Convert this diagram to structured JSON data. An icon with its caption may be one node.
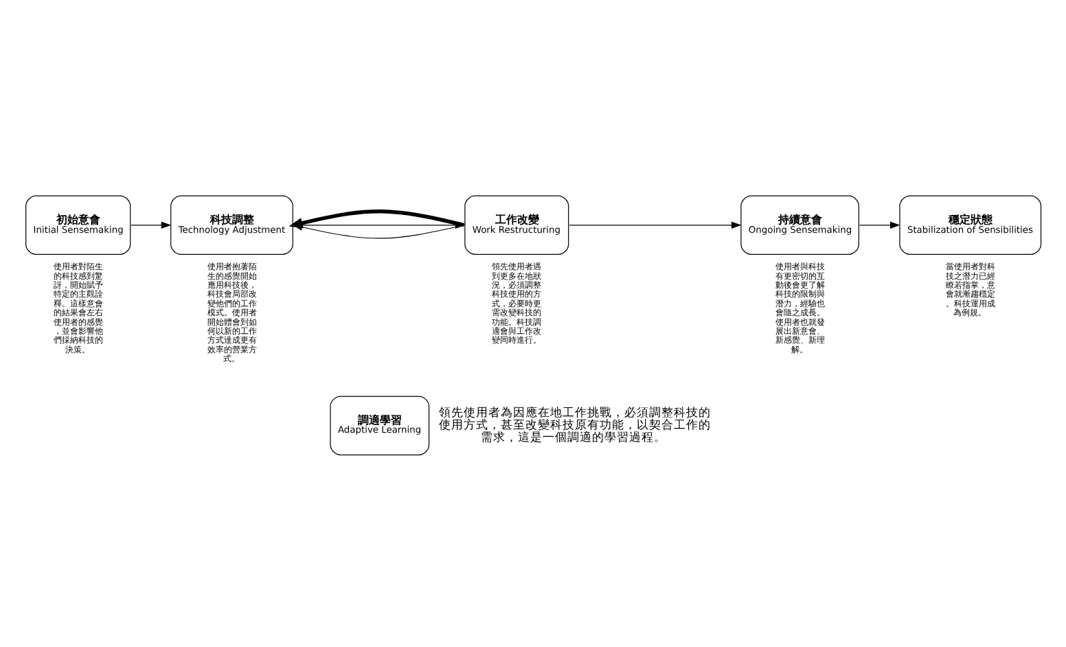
{
  "diagram": {
    "nodes": [
      {
        "text": [
          "調適學習",
          "Adaptive Learning"
        ],
        "beside": [
          "領先使用者為因應在地工作挑戰，必須調整科技的使用方式，甚至改變科技原有功能，以契合工作的需求，這是一個調適的學習過程。"
        ]
      },
      {
        "text": [
          "初始意會",
          "Initial Sensemaking"
        ],
        "beside": [
          "使用者對陌生的科技感到驚訝，開始賦予特定的主觀詮釋。這樣意會的結果會左右使用者的感覺，並會影響他們採納科技的決策。"
        ]
      },
      {
        "text": [
          "科技調整",
          "Technology Adjustment"
        ],
        "beside": [
          "使用者抱著陌生的感覺開始應用科技後，科技會局部改變他們的工作模式。使用者開始體會到如何以新的工作方式達成更有效率的營業方式。"
        ]
      },
      {
        "text": [
          "工作改變",
          "Work Restructuring"
        ],
        "beside": [
          "領先使用者遇到更多在地狀況，必須調整科技使用的方式，必要時更需改變科技的功能。科技調適會與工作改變同時進行。"
        ]
      },
      {
        "text": [
          "持續意會",
          "Ongoing Sensemaking"
        ],
        "beside": [
          "使用者與科技有更密切的互動後會更了解科技的限制與潛力，經驗也會隨之成長。使用者也就發展出新意會、新感覺、新理解。"
        ]
      },
      {
        "text": [
          "穩定狀態",
          "Stabilization of Sensibilities"
        ],
        "beside": [
          "當使用者對科技之潛力已經瞭若指掌，意會就漸趨穩定。科技運用成為例規。"
        ]
      }
    ],
    "edges": [
      {
        "from": 1,
        "to": 2,
        "arrow": "to"
      },
      {
        "from": 2,
        "to": 3,
        "arrow": "to"
      },
      {
        "from": 3,
        "to": 2,
        "arrow": "to"
      },
      {
        "from": 3,
        "to": 4,
        "arrow": "to"
      },
      {
        "from": 4,
        "to": 5,
        "arrow": "to"
      },
      {
        "from": 3,
        "to": 2,
        "arrow": "to",
        "style": "thick"
      }
    ]
  }
}
